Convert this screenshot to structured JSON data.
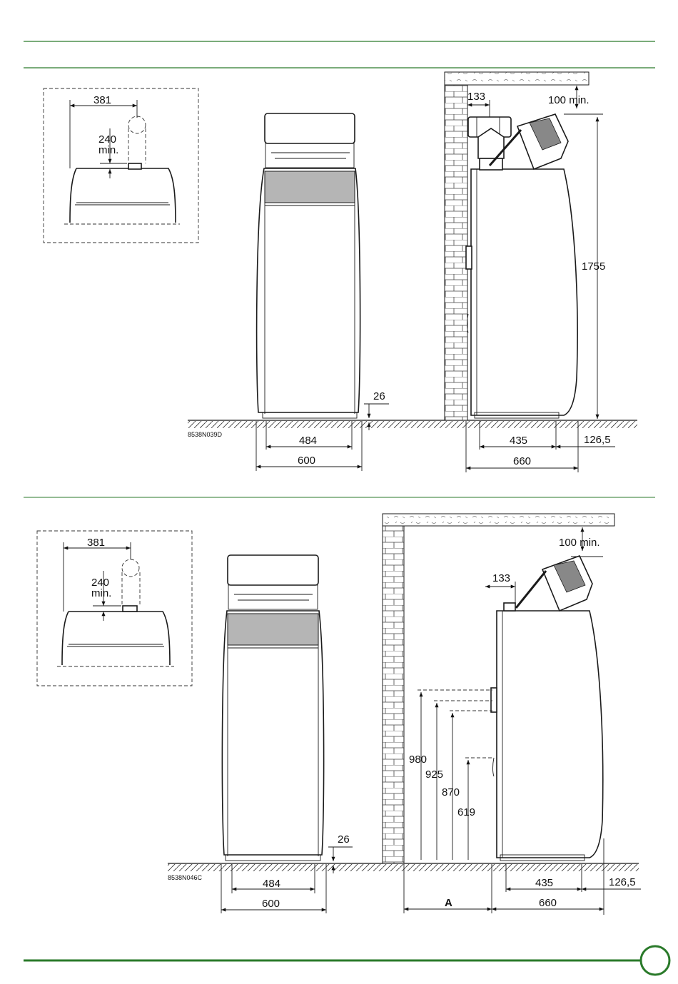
{
  "colors": {
    "rule_green": "#2a7a2a",
    "panel_gray": "#b5b5b5",
    "ink": "#1a1a1a"
  },
  "top_drawing": {
    "inset": {
      "width_dim": "381",
      "clearance_dim_value": "240",
      "clearance_dim_suffix": "min."
    },
    "front": {
      "base_width": "484",
      "overall_width": "600",
      "foot_height": "26"
    },
    "side": {
      "offset_dim": "133",
      "top_clearance": "100 min.",
      "height_dim": "1755",
      "base_depth": "435",
      "rear_offset": "126,5",
      "overall_depth": "660"
    },
    "drawing_code": "8538N039D"
  },
  "bottom_drawing": {
    "inset": {
      "width_dim": "381",
      "clearance_dim_value": "240",
      "clearance_dim_suffix": "min."
    },
    "front": {
      "base_width": "484",
      "overall_width": "600",
      "foot_height": "26"
    },
    "side": {
      "offset_dim": "133",
      "top_clearance": "100 min.",
      "connection_heights": [
        "980",
        "925",
        "870",
        "619"
      ],
      "wall_distance_label": "A",
      "base_depth": "435",
      "rear_offset": "126,5",
      "overall_depth": "660"
    },
    "drawing_code": "8538N046C"
  }
}
